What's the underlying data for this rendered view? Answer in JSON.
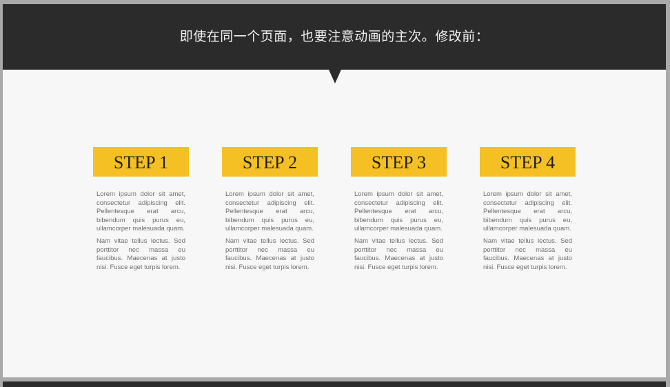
{
  "header": {
    "title": "即使在同一个页面，也要注意动画的主次。修改前："
  },
  "steps": [
    {
      "label": "STEP 1",
      "para1": "Lorem ipsum dolor sit amet, consectetur adipiscing elit. Pellentesque erat arcu, bibendum quis purus eu, ullamcorper malesuada quam.",
      "para2": "Nam vitae tellus lectus. Sed porttitor nec massa eu faucibus. Maecenas at justo nisi. Fusce eget turpis lorem."
    },
    {
      "label": "STEP 2",
      "para1": "Lorem ipsum dolor sit amet, consectetur adipiscing elit. Pellentesque erat arcu, bibendum quis purus eu, ullamcorper malesuada quam.",
      "para2": "Nam vitae tellus lectus. Sed porttitor nec massa eu faucibus. Maecenas at justo nisi. Fusce eget turpis lorem."
    },
    {
      "label": "STEP 3",
      "para1": "Lorem ipsum dolor sit amet, consectetur adipiscing elit. Pellentesque erat arcu, bibendum quis purus eu, ullamcorper malesuada quam.",
      "para2": "Nam vitae tellus lectus. Sed porttitor nec massa eu faucibus. Maecenas at justo nisi. Fusce eget turpis lorem."
    },
    {
      "label": "STEP 4",
      "para1": "Lorem ipsum dolor sit amet, consectetur adipiscing elit. Pellentesque erat arcu, bibendum quis purus eu, ullamcorper malesuada quam.",
      "para2": "Nam vitae tellus lectus. Sed porttitor nec massa eu faucibus. Maecenas at justo nisi. Fusce eget turpis lorem."
    }
  ],
  "colors": {
    "header_bg": "#2b2b2b",
    "step_accent": "#f5c024",
    "slide_bg": "#f7f7f7",
    "body_text": "#6e6e6e"
  }
}
